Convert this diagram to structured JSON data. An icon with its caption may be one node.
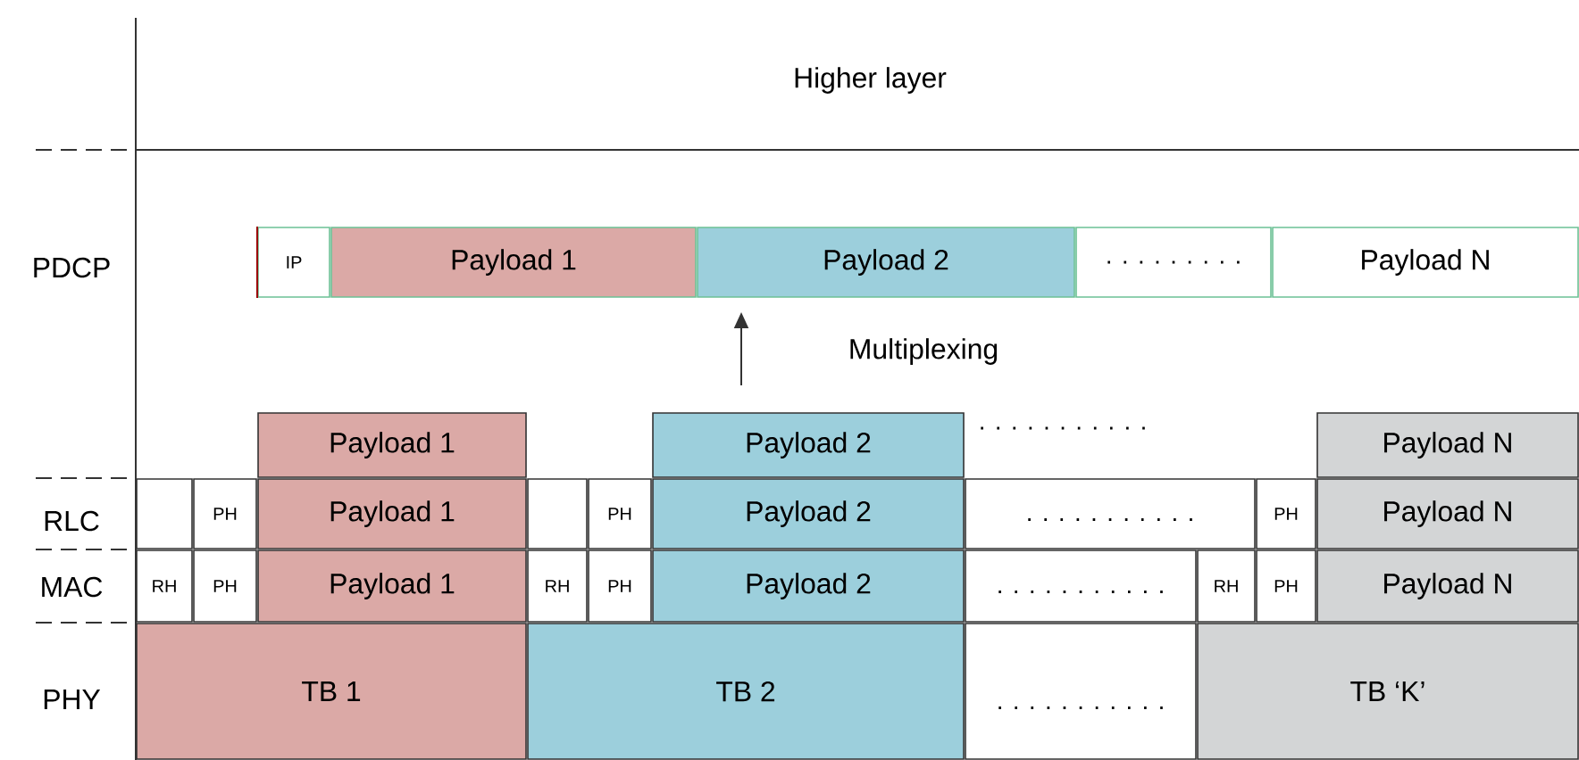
{
  "diagram": {
    "nodes": [
      {
        "text": [
          "IP"
        ]
      },
      {
        "text": [
          "Payload 1"
        ]
      },
      {
        "text": [
          "Payload 2"
        ]
      },
      {
        "text": [
          ". . . . . . . . ."
        ]
      },
      {
        "text": [
          "Payload N"
        ]
      },
      {
        "text": [
          "Payload 1"
        ]
      },
      {
        "text": [
          "Payload 2"
        ]
      },
      {
        "text": [
          "Payload N"
        ]
      },
      {
        "text": [],
        "shape": "box"
      },
      {
        "text": [
          "PH"
        ]
      },
      {
        "text": [
          "Payload 1"
        ]
      },
      {
        "text": [],
        "shape": "box"
      },
      {
        "text": [
          "PH"
        ]
      },
      {
        "text": [
          "Payload 2"
        ]
      },
      {
        "text": [
          ". . . . . . . . . . ."
        ]
      },
      {
        "text": [
          "PH"
        ]
      },
      {
        "text": [
          "Payload N"
        ]
      },
      {
        "text": [
          "RH"
        ]
      },
      {
        "text": [
          "PH"
        ]
      },
      {
        "text": [
          "Payload 1"
        ]
      },
      {
        "text": [
          "RH"
        ]
      },
      {
        "text": [
          "PH"
        ]
      },
      {
        "text": [
          "Payload 2"
        ]
      },
      {
        "text": [
          ". . . . . . . . . . ."
        ]
      },
      {
        "text": [
          "RH"
        ]
      },
      {
        "text": [
          "PH"
        ]
      },
      {
        "text": [
          "Payload N"
        ]
      },
      {
        "text": [
          "TB 1"
        ]
      },
      {
        "text": [
          "TB 2"
        ]
      },
      {
        "text": [
          ". . . . . . . . . . ."
        ]
      },
      {
        "text": [
          "TB ‘K’"
        ]
      }
    ],
    "labels": [
      "Higher layer",
      "PDCP",
      "Multiplexing",
      ". . . . . . . . . . .",
      "RLC",
      "MAC",
      "PHY"
    ]
  }
}
